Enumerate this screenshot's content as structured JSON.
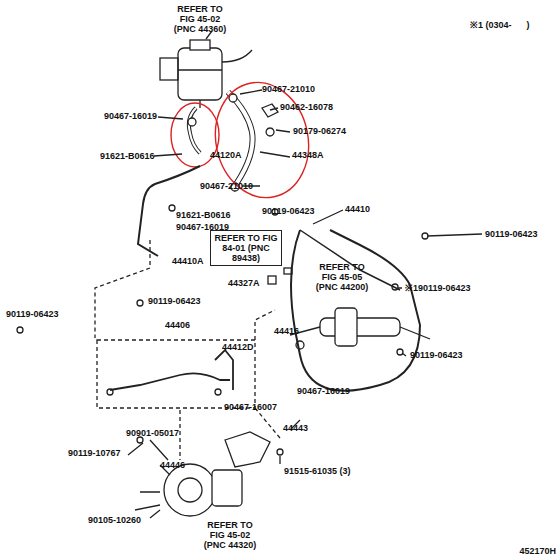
{
  "diagram": {
    "nodes": [
      {
        "text": [
          "REFER TO FIG 84-01 (PNC 89438)"
        ]
      }
    ],
    "labels": [
      "※1 (0304-      )",
      "REFER TO FIG 45-02 (PNC 44360)",
      "90467-21010",
      "90462-16078",
      "90467-16019",
      "90179-06274",
      "91621-B0616",
      "44120A",
      "44348A",
      "90467-21010",
      "90119-06423",
      "44410",
      "91621-B0616",
      "90467-16019",
      "90119-06423",
      "44410A",
      "44327A",
      "REFER TO FIG 45-05 (PNC 44200)",
      "※190119-06423",
      "90119-06423",
      "90119-06423",
      "44406",
      "44416",
      "44412D",
      "90119-06423",
      "90467-16007",
      "90467-16019",
      "44443",
      "90901-05017",
      "90119-10767",
      "44446",
      "91515-61035 (3)",
      "90105-10260",
      "REFER TO FIG 45-02 (PNC 44320)",
      "452170H"
    ]
  }
}
